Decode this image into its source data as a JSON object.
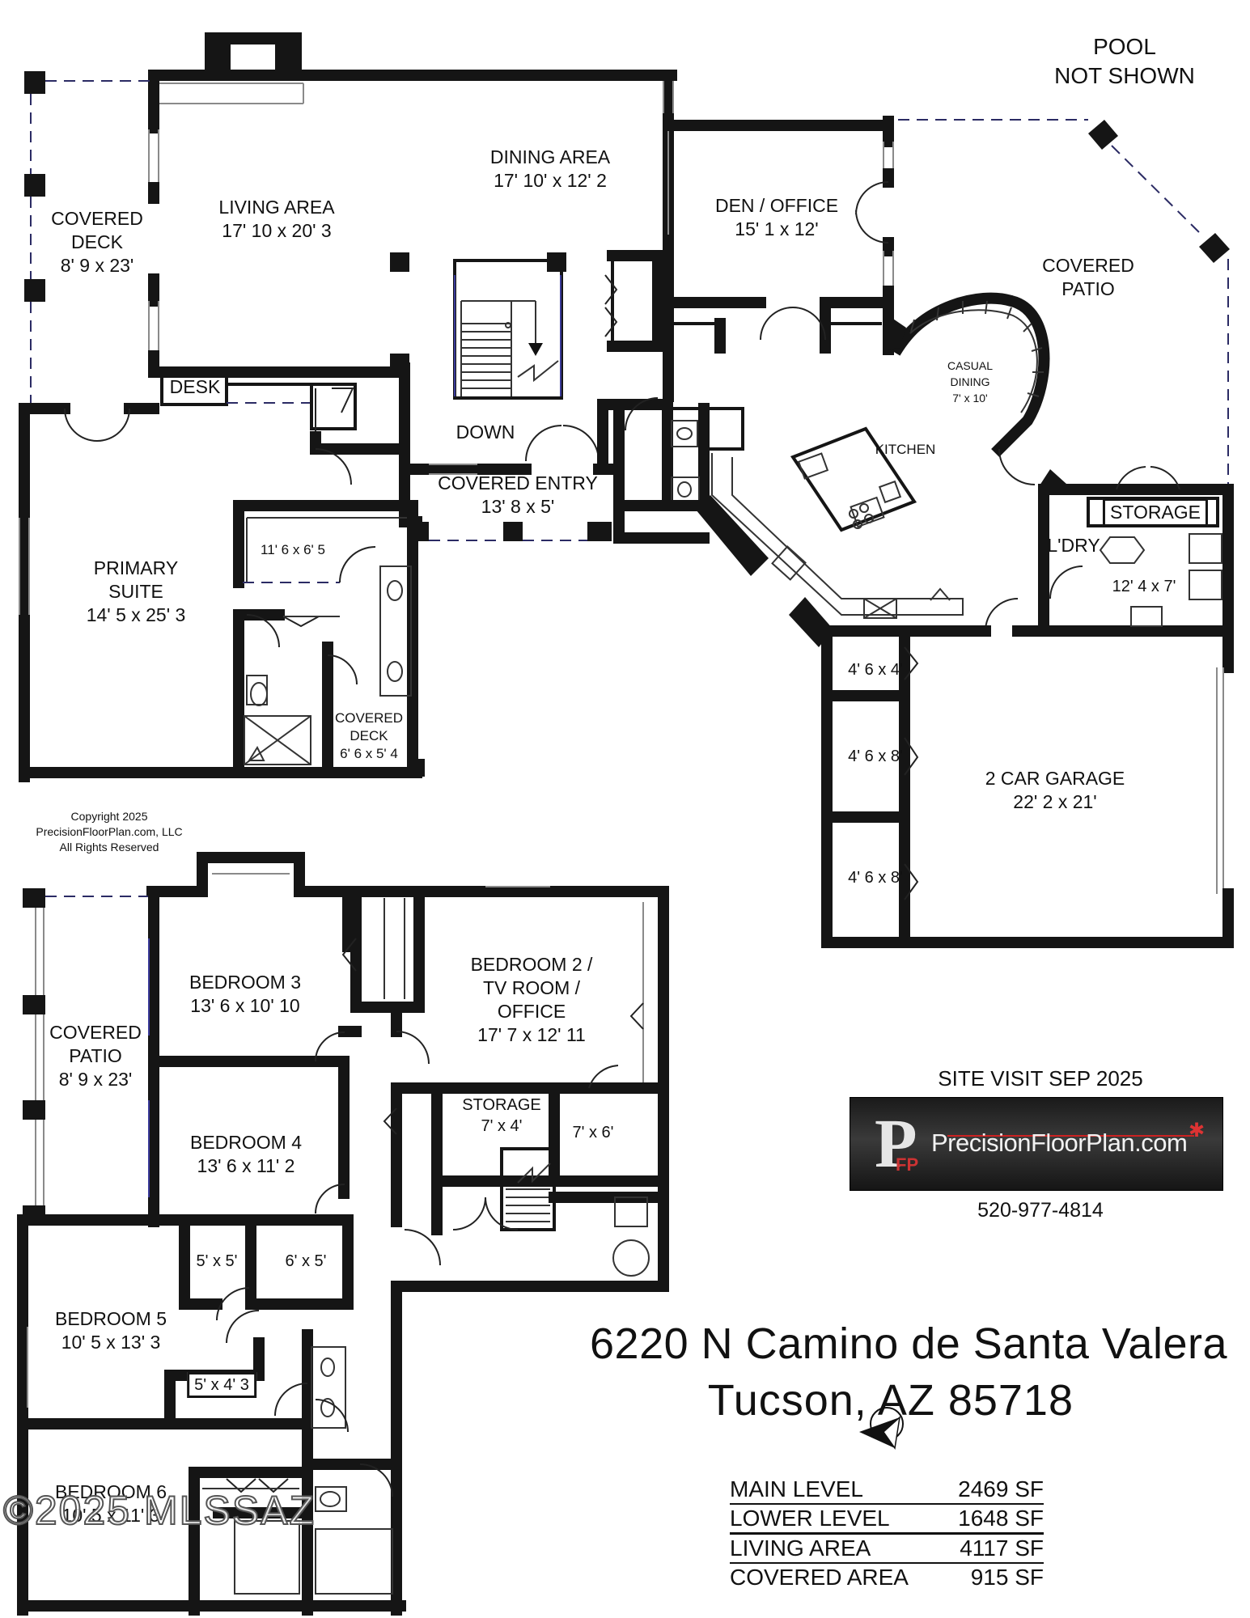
{
  "labels": {
    "pool": "POOL\nNOT SHOWN",
    "covered_deck_main": "COVERED\nDECK\n8' 9 x 23'",
    "living_area": "LIVING AREA\n17' 10 x 20' 3",
    "dining_area": "DINING AREA\n17' 10' x 12' 2",
    "den_office": "DEN / OFFICE\n15' 1 x 12'",
    "covered_patio_main": "COVERED\nPATIO",
    "casual_dining": "CASUAL\nDINING\n7' x 10'",
    "kitchen": "KITCHEN",
    "desk": "DESK",
    "down": "DOWN",
    "covered_entry": "COVERED ENTRY\n13' 8 x 5'",
    "primary_suite": "PRIMARY\nSUITE\n14' 5 x 25' 3",
    "primary_closet": "11' 6 x 6' 5",
    "covered_deck_small": "COVERED\nDECK\n6' 6 x 5' 4",
    "storage_main": "STORAGE",
    "laundry": "L'DRY",
    "laundry_dim": "12' 4 x 7'",
    "garage_closet_1": "4' 6 x 4'",
    "garage_closet_2": "4' 6 x 8'",
    "garage_closet_3": "4' 6 x 8'",
    "garage": "2 CAR GARAGE\n22' 2 x 21'",
    "bedroom3": "BEDROOM 3\n13' 6 x 10' 10",
    "bedroom2": "BEDROOM 2 /\nTV ROOM /\nOFFICE\n17' 7 x 12' 11",
    "covered_patio_lower": "COVERED\nPATIO\n8' 9 x 23'",
    "bedroom4": "BEDROOM 4\n13' 6 x 11' 2",
    "storage_lower": "STORAGE\n7' x 4'",
    "closet_7x6": "7' x 6'",
    "closet_5x5": "5' x 5'",
    "closet_6x5": "6' x 5'",
    "bedroom5": "BEDROOM 5\n10' 5 x 13' 3",
    "closet_5x4_3": "5' x 4' 3",
    "bedroom6": "BEDROOM 6\n10' 5 x 11' 3"
  },
  "copyright": "Copyright 2025\nPrecisionFloorPlan.com, LLC\nAll Rights Reserved",
  "site_visit": "SITE VISIT SEP 2025",
  "logo": {
    "mark": "P",
    "mark_sub": "FP",
    "name": "PrecisionFloorPlan.com"
  },
  "phone": "520-977-4814",
  "address": {
    "line1": "6220 N Camino de Santa Valera",
    "line2": "Tucson, AZ  85718"
  },
  "areas": [
    {
      "label": "MAIN LEVEL",
      "value": "2469 SF"
    },
    {
      "label": "LOWER LEVEL",
      "value": "1648 SF"
    },
    {
      "label": "LIVING AREA",
      "value": "4117 SF"
    },
    {
      "label": "COVERED AREA",
      "value": "915 SF"
    }
  ],
  "watermark": "©2025 MLSSAZ",
  "colors": {
    "wall": "#151515",
    "logo_accent": "#cc2222"
  },
  "icons": {
    "compass": "north-arrow-icon"
  }
}
